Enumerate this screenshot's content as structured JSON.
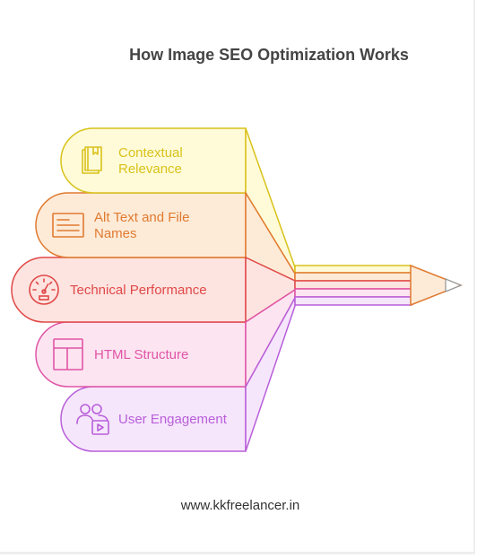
{
  "title": "How Image SEO Optimization Works",
  "footer": "www.kkfreelancer.in",
  "items": [
    {
      "label": "Contextual Relevance",
      "icon": "book-icon",
      "color": "#d9c21a",
      "fill": "#fffbd9"
    },
    {
      "label": "Alt Text and File Names",
      "icon": "document-lines-icon",
      "color": "#e07a30",
      "fill": "#fdebd8"
    },
    {
      "label": "Technical Performance",
      "icon": "speedometer-icon",
      "color": "#e04848",
      "fill": "#fde4e0"
    },
    {
      "label": "HTML Structure",
      "icon": "layout-grid-icon",
      "color": "#e055a6",
      "fill": "#fde4f1"
    },
    {
      "label": "User Engagement",
      "icon": "users-video-icon",
      "color": "#b85fd9",
      "fill": "#f6e6fc"
    }
  ]
}
